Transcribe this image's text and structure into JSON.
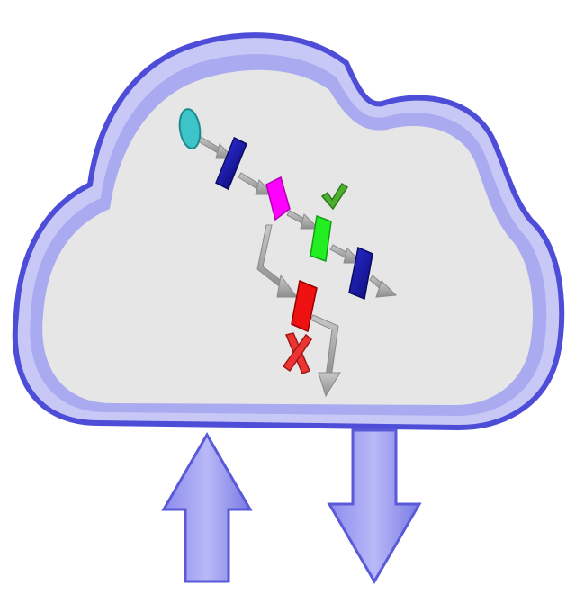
{
  "illustration": {
    "cloud": {
      "fill_color": "#e6e6e6",
      "outline_color": "#5a5ad8",
      "rim_color": "#a9a9f2"
    },
    "workflow": {
      "start_node": {
        "shape": "oval",
        "color": "#3cc4c9"
      },
      "process_nodes": [
        {
          "name": "step-1",
          "color": "#1b1ba3"
        },
        {
          "name": "decision",
          "color": "#ff00ff"
        },
        {
          "name": "approved-step",
          "color": "#22ee22"
        },
        {
          "name": "final-step",
          "color": "#1b1ba3"
        },
        {
          "name": "rejected-step",
          "color": "#ee1111"
        }
      ],
      "connector_color": "#b0b0b0",
      "check_icon": "checkmark-icon",
      "check_color": "#4caf2e",
      "cross_icon": "cross-icon",
      "cross_color": "#ee3333"
    },
    "arrows": {
      "upload": {
        "icon": "upload-arrow-icon",
        "color": "#a8a8f4"
      },
      "download": {
        "icon": "download-arrow-icon",
        "color": "#a8a8f4"
      }
    }
  }
}
